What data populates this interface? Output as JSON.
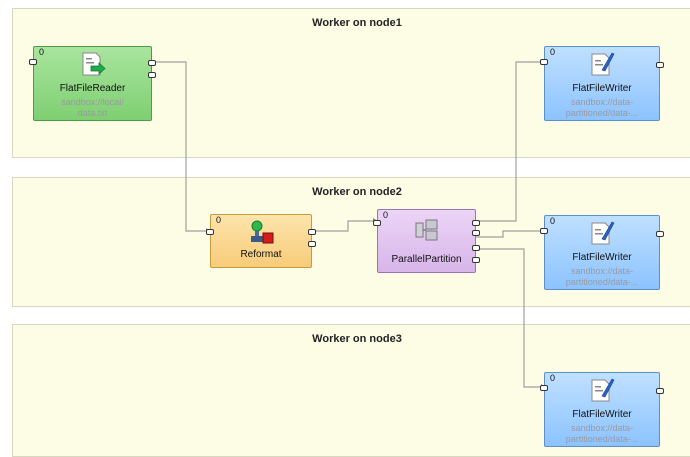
{
  "phases": [
    {
      "title": "Worker on node1"
    },
    {
      "title": "Worker on node2"
    },
    {
      "title": "Worker on node3"
    }
  ],
  "components": {
    "reader": {
      "index": "0",
      "name": "FlatFileReader",
      "sub1": "sandbox://local/",
      "sub2": "data.txt"
    },
    "reformat": {
      "index": "0",
      "name": "Reformat"
    },
    "partition": {
      "index": "0",
      "name": "ParallelPartition"
    },
    "writer1": {
      "index": "0",
      "name": "FlatFileWriter",
      "sub1": "sandbox://data-",
      "sub2": "partitioned/data-..."
    },
    "writer2": {
      "index": "0",
      "name": "FlatFileWriter",
      "sub1": "sandbox://data-",
      "sub2": "partitioned/data-..."
    },
    "writer3": {
      "index": "0",
      "name": "FlatFileWriter",
      "sub1": "sandbox://data-",
      "sub2": "partitioned/data-..."
    }
  }
}
